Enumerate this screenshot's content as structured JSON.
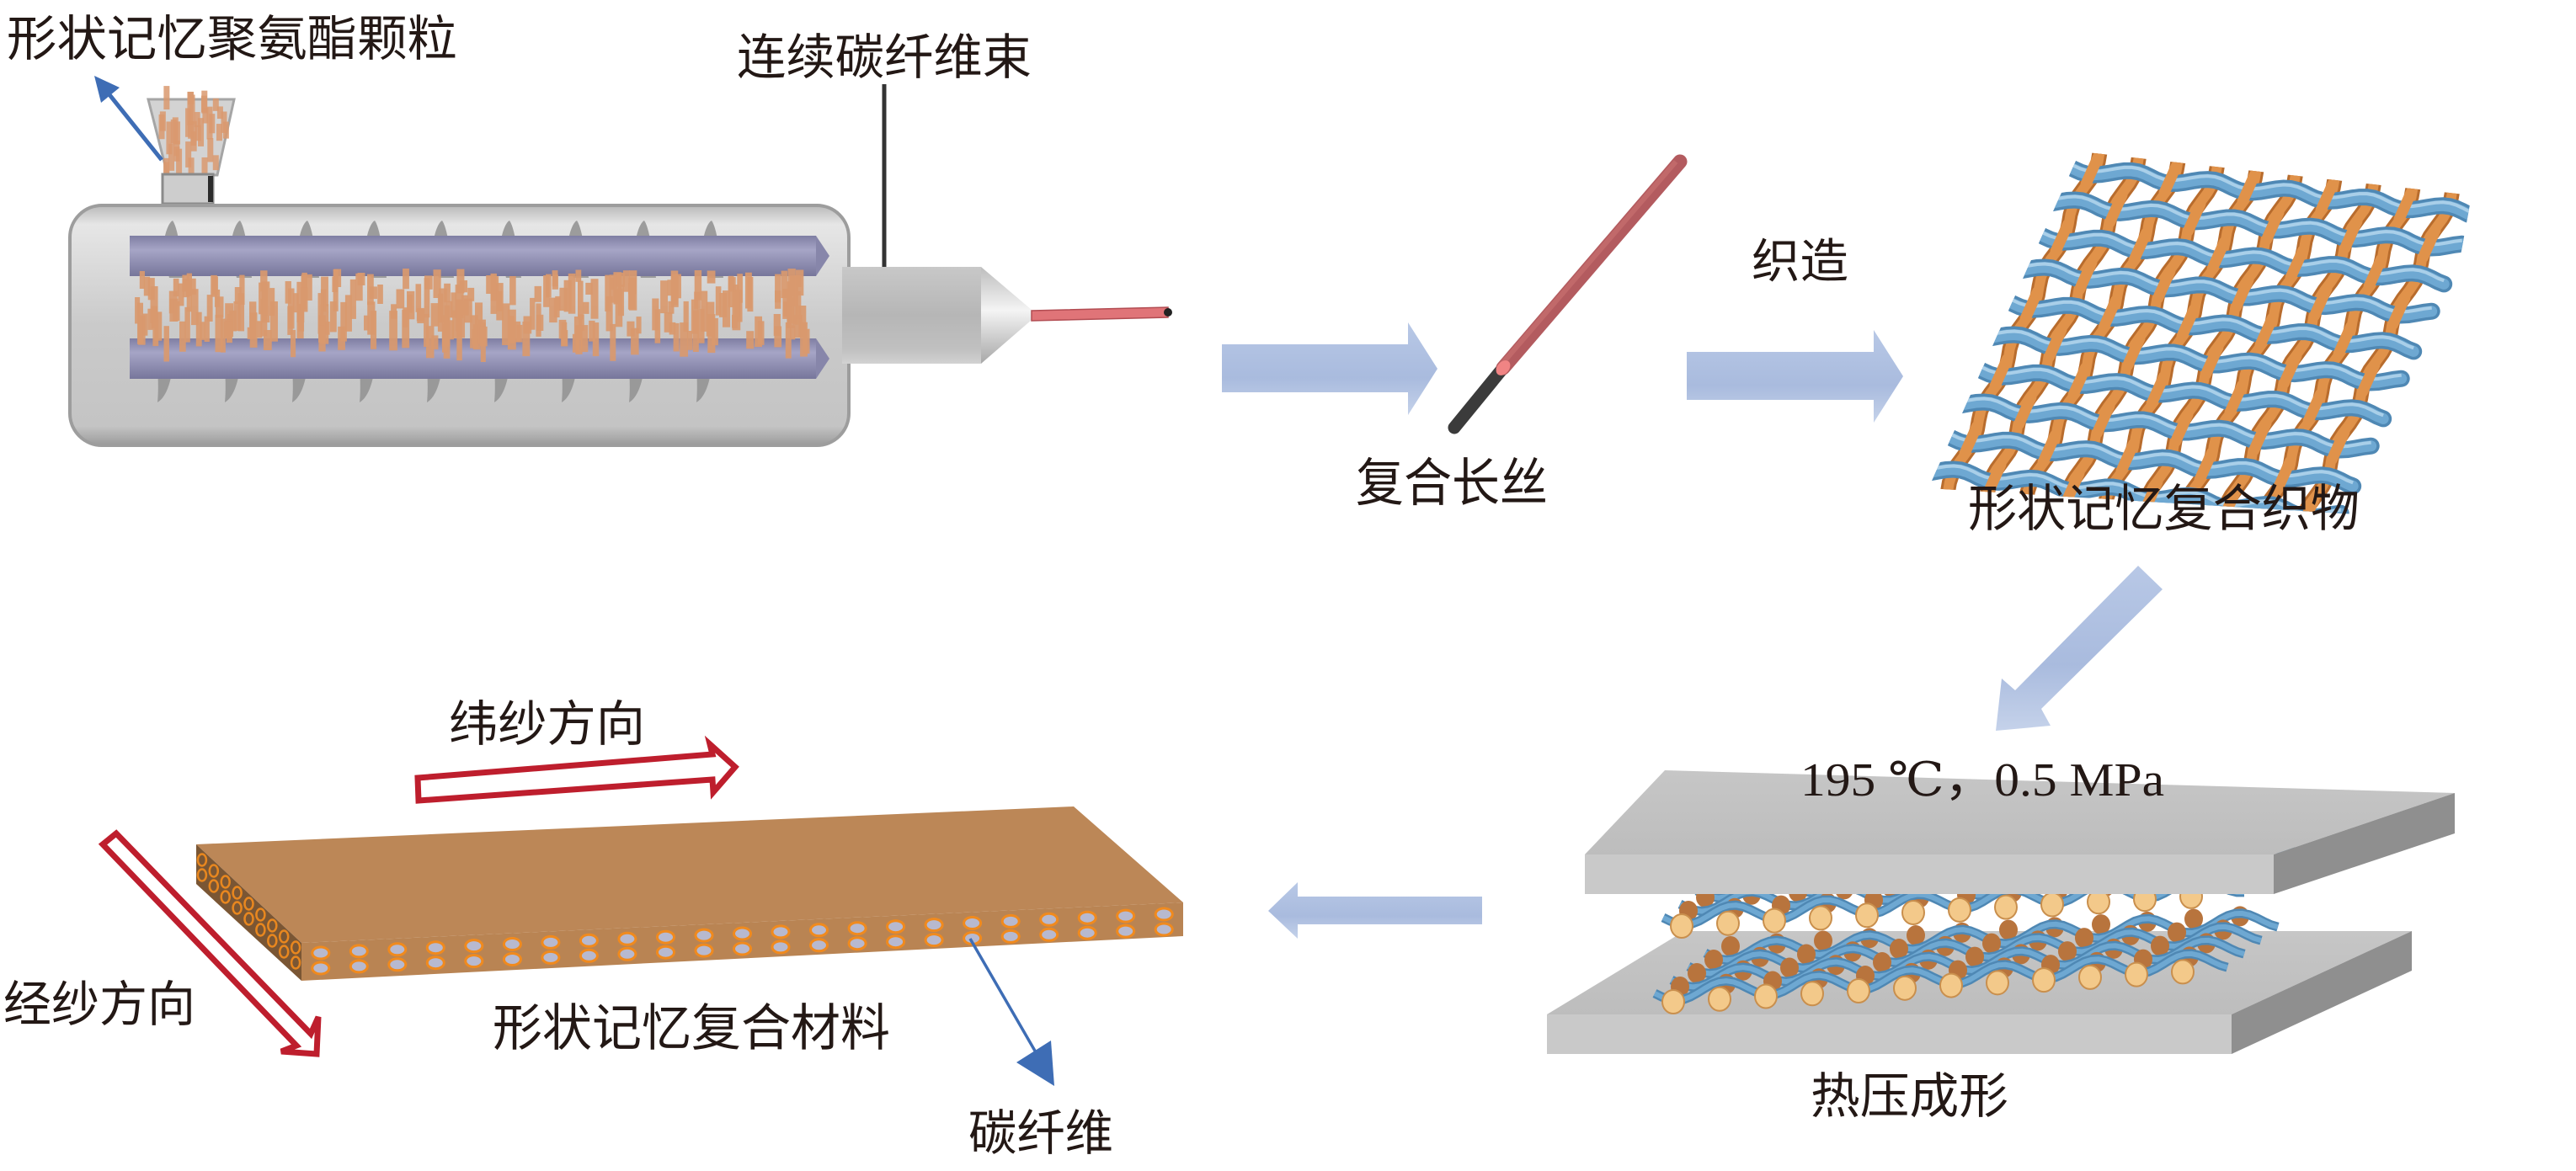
{
  "figure": {
    "title": "Shape memory composite fabrication process",
    "colors": {
      "flow_arrow": "#aebfdf",
      "direction_arrow": "#be1e2d",
      "pointer_arrow": "#3e6db5",
      "pu_orange": "#d9996e",
      "yarn_blue": "#6ea8d2",
      "yarn_orange": "#e0924a",
      "composite_brown": "#bb8756",
      "filament_pink": "#c8646a",
      "carbon_black": "#3a3a3a",
      "metal_gray": "#c6c6c6",
      "screw_purple": "#8b8aad"
    }
  },
  "stages": {
    "extrusion": {
      "pellet_label": "形状记忆聚氨酯颗粒",
      "carbon_bundle_label": "连续碳纤维束"
    },
    "filament": {
      "label": "复合长丝"
    },
    "weaving": {
      "step_label": "织造",
      "label": "形状记忆复合织物"
    },
    "hot_press": {
      "conditions": "195 ℃，0.5 MPa",
      "label": "热压成形"
    },
    "composite": {
      "label": "形状记忆复合材料",
      "weft_label": "纬纱方向",
      "warp_label": "经纱方向",
      "fiber_label": "碳纤维"
    }
  }
}
